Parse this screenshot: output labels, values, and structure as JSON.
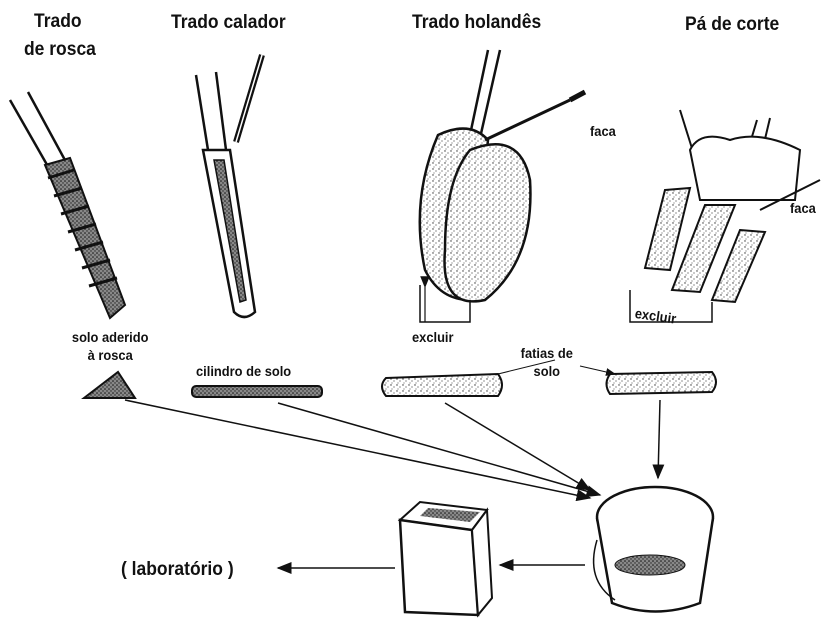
{
  "tools": {
    "trado_rosca": {
      "title_line1": "Trado",
      "title_line2": "de rosca"
    },
    "trado_calador": {
      "title": "Trado calador"
    },
    "trado_holandes": {
      "title": "Trado holandês",
      "knife_label": "faca",
      "exclude_label": "excluir"
    },
    "pa_de_corte": {
      "title": "Pá de corte",
      "knife_label": "faca",
      "exclude_label": "excluir"
    }
  },
  "samples": {
    "rosca_sample_line1": "solo aderido",
    "rosca_sample_line2": "à rosca",
    "calador_sample": "cilindro de solo",
    "slices_line1": "fatias de",
    "slices_line2": "solo"
  },
  "destination": {
    "lab_label": "( laboratório )"
  }
}
